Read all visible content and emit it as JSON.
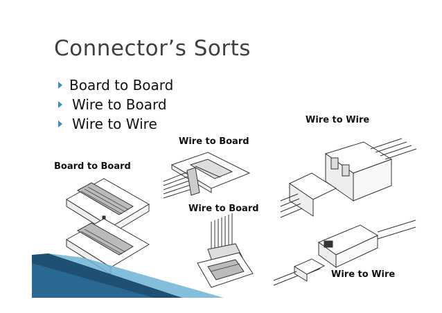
{
  "slide": {
    "title": "Connector’s Sorts",
    "bullets": [
      {
        "text": "Board to Board"
      },
      {
        "text": "Wire to Board"
      },
      {
        "text": "Wire to Wire"
      }
    ]
  },
  "figure_labels": {
    "board_to_board": "Board to Board",
    "wire_to_board_top": "Wire to Board",
    "wire_to_board_bottom": "Wire to Board",
    "wire_to_wire_top": "Wire to Wire",
    "wire_to_wire_bottom": "Wire to Wire"
  },
  "colors": {
    "bullet_marker": "#3d8fb4",
    "title_text": "#404040",
    "accent_dark_blue": "#1f4f73",
    "accent_light_blue": "#6db3d4"
  }
}
